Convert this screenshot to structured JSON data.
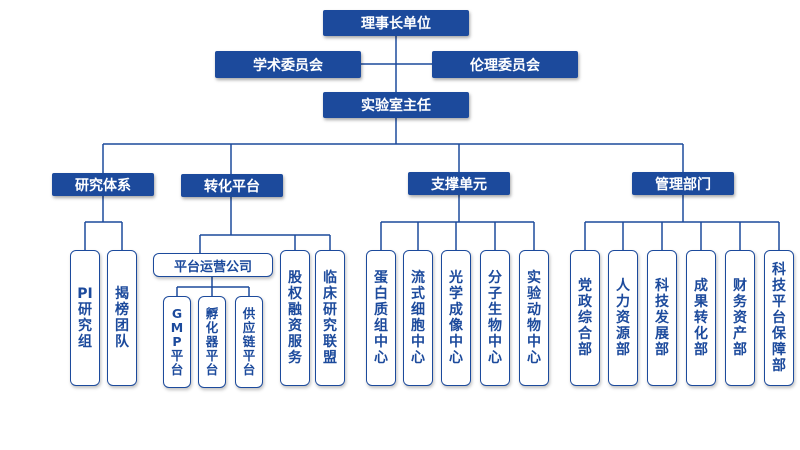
{
  "top": {
    "chairman": "理事长单位"
  },
  "committees": {
    "academic": "学术委员会",
    "ethics": "伦理委员会"
  },
  "director": "实验室主任",
  "departments": {
    "research": {
      "title": "研究体系",
      "items": [
        "PI研究组",
        "揭榜团队"
      ]
    },
    "transformation": {
      "title": "转化平台",
      "operating_company": "平台运营公司",
      "company_items": [
        "GMP平台",
        "孵化器平台",
        "供应链平台"
      ],
      "items": [
        "股权融资服务",
        "临床研究联盟"
      ]
    },
    "support": {
      "title": "支撑单元",
      "items": [
        "蛋白质组中心",
        "流式细胞中心",
        "光学成像中心",
        "分子生物中心",
        "实验动物中心"
      ]
    },
    "management": {
      "title": "管理部门",
      "items": [
        "党政综合部",
        "人力资源部",
        "科技发展部",
        "成果转化部",
        "财务资产部",
        "科技平台保障部"
      ]
    }
  },
  "colors": {
    "primary": "#1c4a9c",
    "line": "#1c4a9c"
  }
}
